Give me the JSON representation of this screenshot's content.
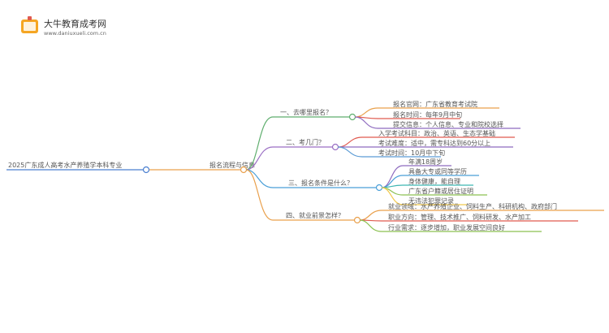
{
  "brand": {
    "title": "大牛教育成考网",
    "url": "www.daniuxueli.com.cn"
  },
  "mindmap": {
    "root": "2025广东成人高考水产养殖学本科专业",
    "center": "报名流程与信息",
    "branches": [
      {
        "label": "一、去哪里报名？",
        "color": "#5fae6e",
        "items": [
          {
            "text": "报名官网：广东省教育考试院",
            "color": "#e9a04c"
          },
          {
            "text": "报名时间：每年9月中旬",
            "color": "#e05a4f"
          },
          {
            "text": "提交信息：个人信息、专业和院校选择",
            "color": "#8e6bbf"
          }
        ]
      },
      {
        "label": "二、考几门？",
        "color": "#9a6ec4",
        "items": [
          {
            "text": "入学考试科目：政治、英语、生态学基础",
            "color": "#e05a4f"
          },
          {
            "text": "考试难度：适中，需专科达到60分以上",
            "color": "#8e6bbf"
          },
          {
            "text": "考试时间：10月中下旬",
            "color": "#5b9bd5"
          }
        ]
      },
      {
        "label": "三、报名条件是什么？",
        "color": "#4a9fd8",
        "items": [
          {
            "text": "年满18周岁",
            "color": "#8e6bbf"
          },
          {
            "text": "具备大专或同等学历",
            "color": "#4a9fd8"
          },
          {
            "text": "身体健康，能自理",
            "color": "#3fb6b2"
          },
          {
            "text": "广东省户籍或居住证明",
            "color": "#8cc152"
          },
          {
            "text": "无违法犯罪记录",
            "color": "#f2c94c"
          }
        ]
      },
      {
        "label": "四、就业前景怎样？",
        "color": "#e9a04c",
        "items": [
          {
            "text": "就业领域：水产养殖企业、饲料生产、科研机构、政府部门",
            "color": "#e9a04c"
          },
          {
            "text": "职业方向：管理、技术推广、饲料研发、水产加工",
            "color": "#e05a4f"
          },
          {
            "text": "行业需求：逐步增加，职业发展空间良好",
            "color": "#8cc152"
          }
        ]
      }
    ],
    "root_color": "#4a7fd0",
    "center_color": "#e9a04c"
  }
}
